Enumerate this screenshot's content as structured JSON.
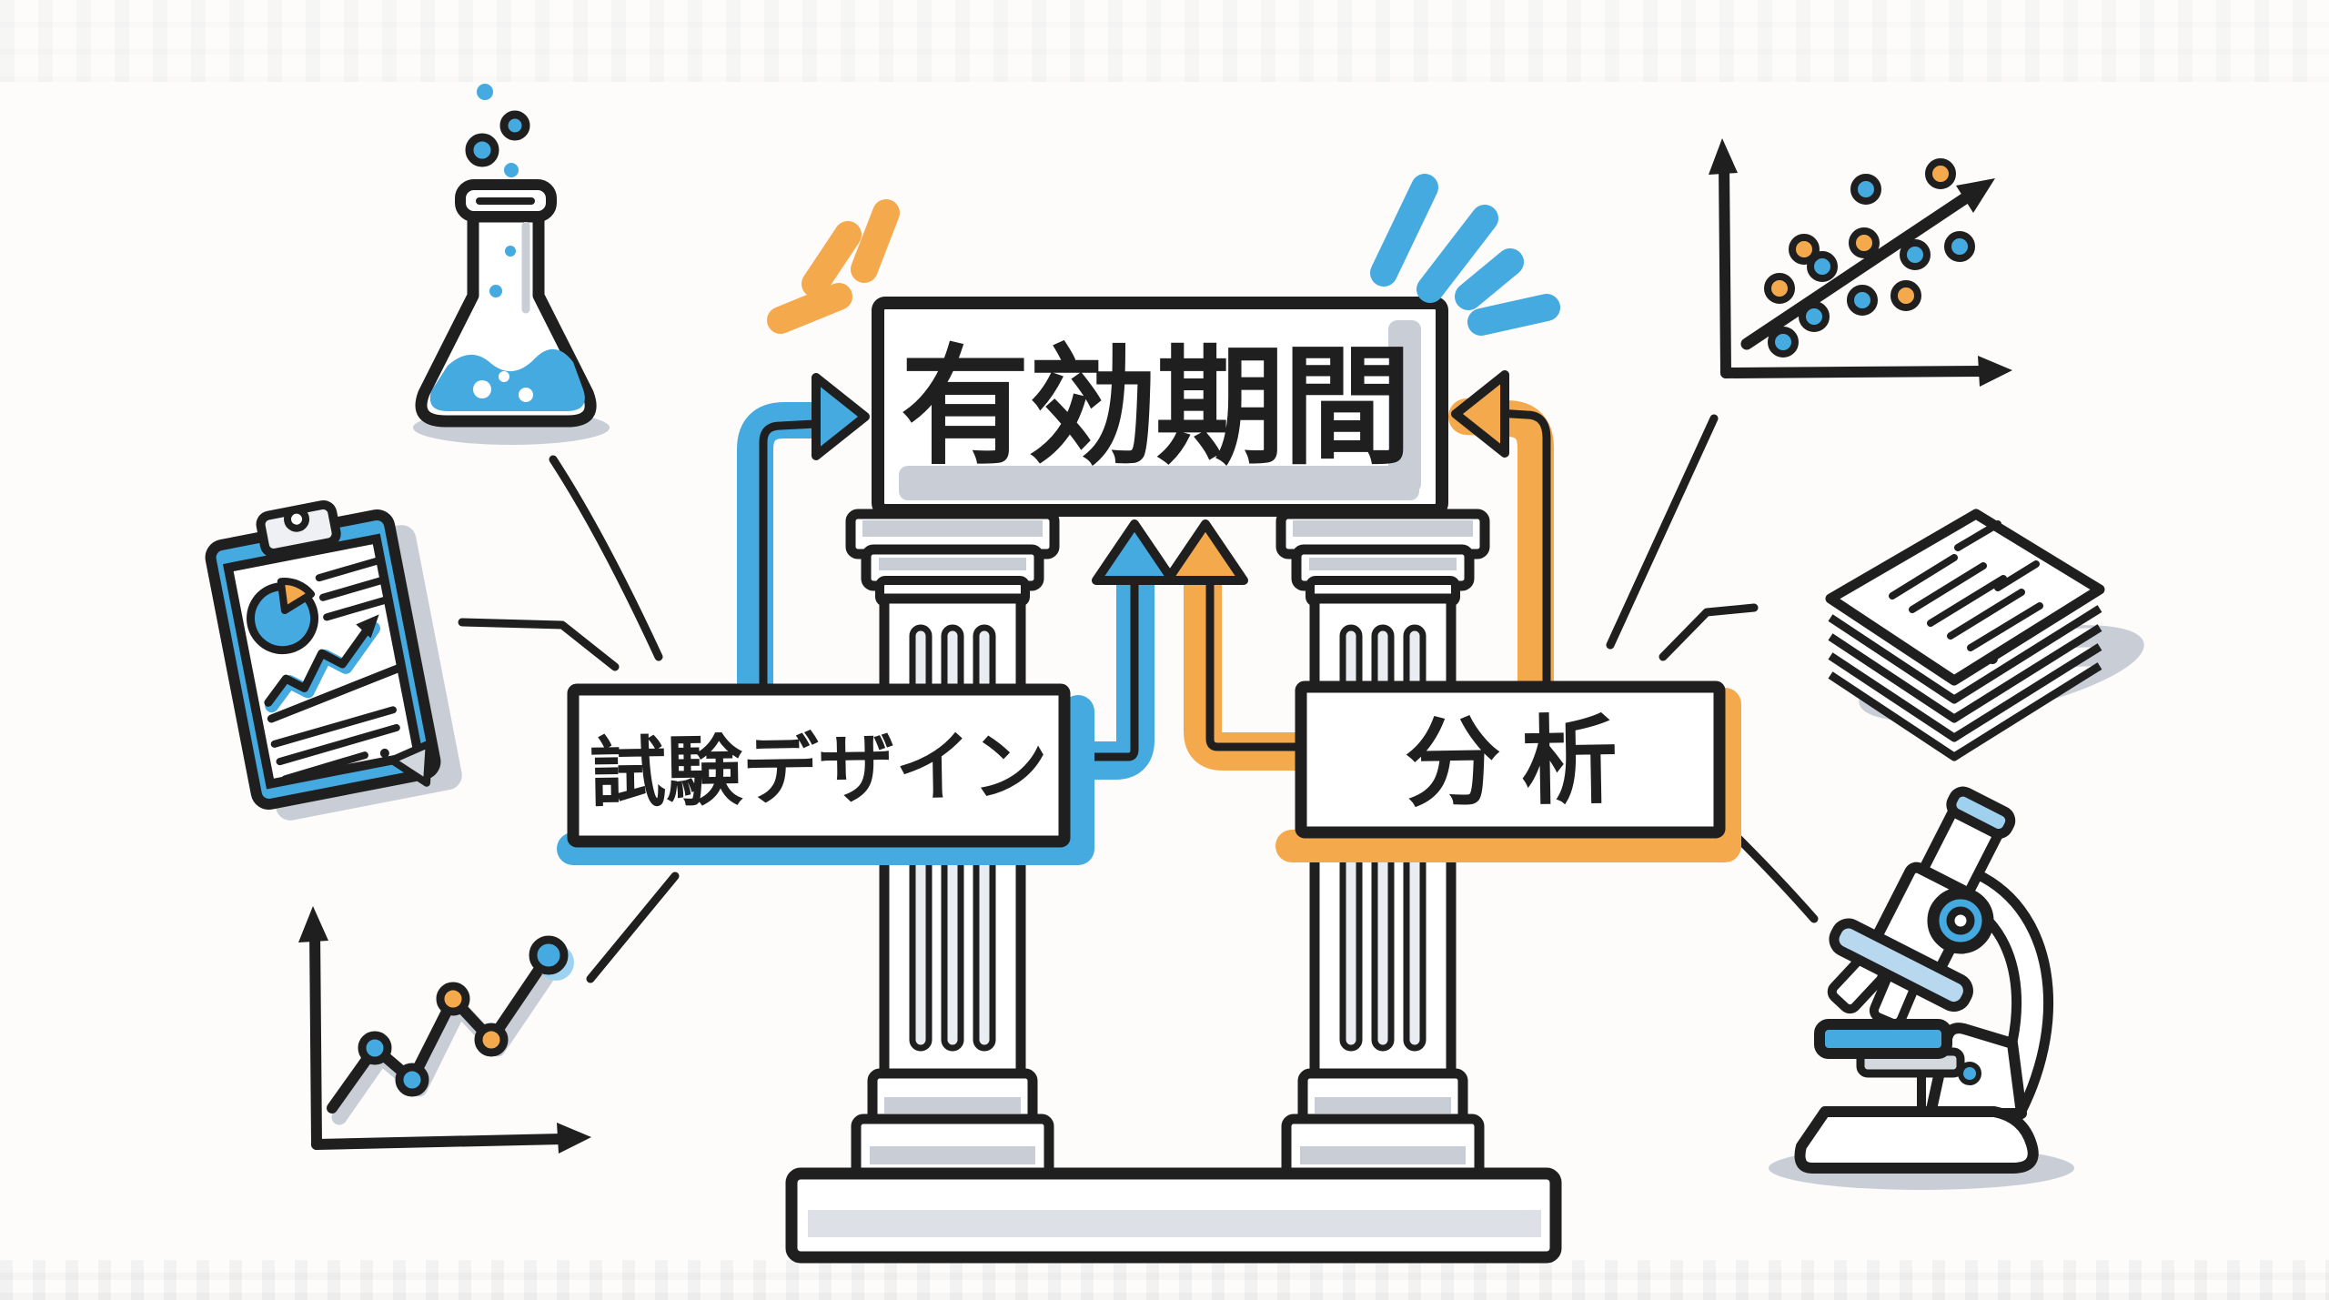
{
  "illustration": {
    "background_color": "#fdfcfb",
    "ink_color": "#1f1f1f",
    "shadow_color": "#c9ced6",
    "accent_blue": "#45aae0",
    "accent_orange": "#f5a94d",
    "sign": {
      "label": "有効期間"
    },
    "boxes": {
      "study_design": {
        "label": "試験デザイン",
        "accent_color": "#45aae0"
      },
      "analysis": {
        "label": "分析",
        "accent_color": "#f5a94d"
      }
    },
    "pillars": {
      "count": 2,
      "style": "doric-doodle"
    },
    "arrows": [
      {
        "from": "study-design-box-top",
        "to": "sign-left-edge",
        "color": "#45aae0"
      },
      {
        "from": "study-design-box-right",
        "to": "sign-underside",
        "color": "#45aae0"
      },
      {
        "from": "analysis-box-top",
        "to": "sign-right-edge",
        "color": "#f5a94d"
      },
      {
        "from": "analysis-box-left",
        "to": "sign-underside",
        "color": "#f5a94d"
      }
    ],
    "sparkles": {
      "left_of_sign": {
        "color": "#f5a94d",
        "count": 3
      },
      "right_of_sign": {
        "color": "#45aae0",
        "count": 4
      }
    },
    "icons": [
      "flask-icon",
      "clipboard-icon",
      "line-chart-icon",
      "scatter-plot-icon",
      "paper-stack-icon",
      "microscope-icon"
    ],
    "decorative_charts": {
      "line_chart_point_colors": [
        "blue",
        "blue",
        "orange",
        "orange",
        "blue"
      ],
      "scatter_dot_colors": [
        "blue",
        "orange",
        "orange",
        "blue",
        "orange",
        "blue",
        "blue",
        "orange",
        "blue",
        "orange",
        "blue",
        "blue"
      ]
    }
  }
}
